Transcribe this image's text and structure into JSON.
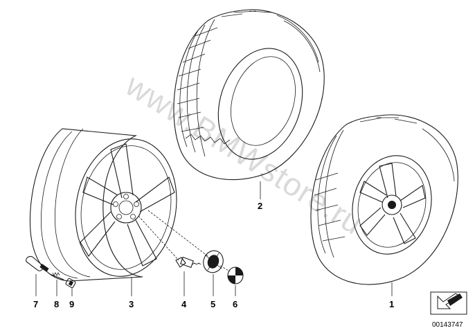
{
  "diagram": {
    "watermark": "www.BMWstore.ru",
    "document_number": "00143747",
    "callouts": {
      "complete_wheel": "1",
      "tire": "2",
      "rim": "3",
      "wheel_bolt": "4",
      "hub_cap": "5",
      "emblem": "6",
      "valve": "7",
      "valve_insert": "8",
      "valve_cap": "9"
    },
    "icons": {
      "orientation": "arrow-box-icon"
    }
  }
}
